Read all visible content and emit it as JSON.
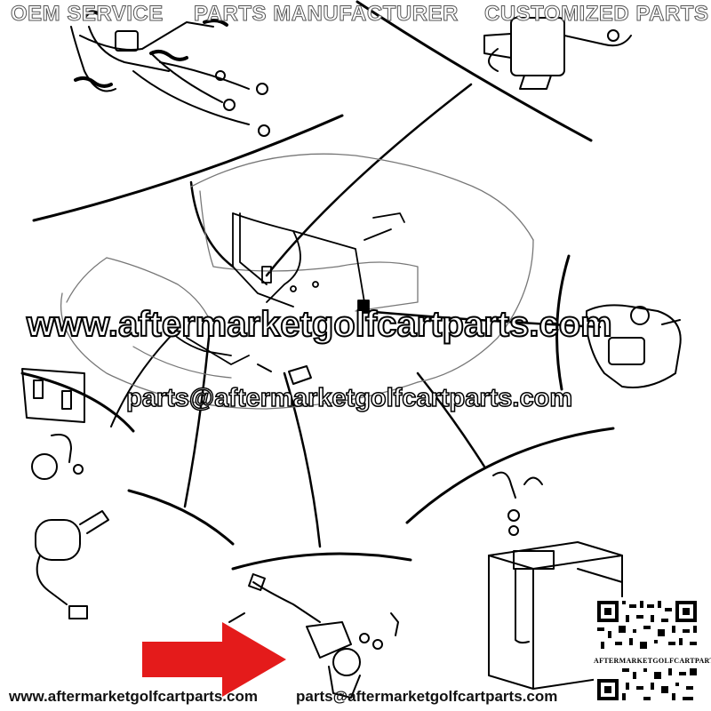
{
  "header": {
    "oem_service": "OEM SERVICE",
    "parts_manufacturer": "PARTS MANUFACTURER",
    "customized_parts": "CUSTOMIZED PARTS"
  },
  "watermark": {
    "website": "www.aftermarketgolfcartparts.com",
    "email": "parts@aftermarketgolfcartparts.com"
  },
  "footer": {
    "website": "www.aftermarketgolfcartparts.com",
    "email": "parts@aftermarketgolfcartparts.com"
  },
  "qr": {
    "caption": "AFTERMARKETGOLFCARTPARTS"
  },
  "colors": {
    "line_art": "#000000",
    "highlight_arrow": "#e41b1b",
    "background": "#ffffff"
  },
  "icons": [
    "red-arrow-icon",
    "qr-code-icon"
  ]
}
